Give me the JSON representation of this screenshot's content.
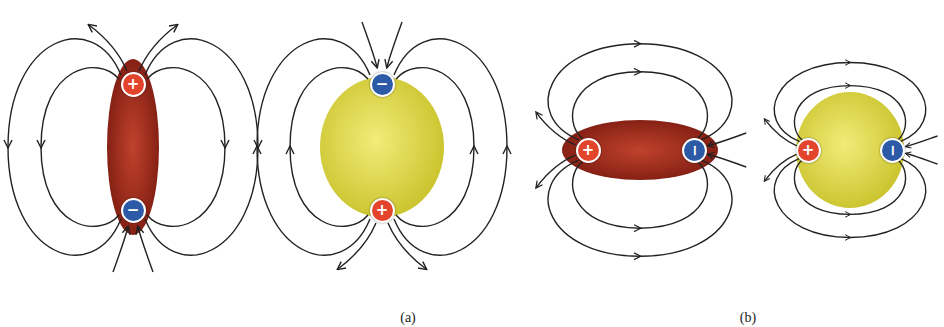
{
  "diagram": {
    "nodes": [
      {
        "text": [
          "+"
        ]
      },
      {
        "text": [
          "−"
        ]
      },
      {
        "text": [
          "−"
        ]
      },
      {
        "text": [
          "+"
        ]
      },
      {
        "text": [
          "+"
        ]
      },
      {
        "text": [
          "−"
        ]
      },
      {
        "text": [
          "+"
        ]
      },
      {
        "text": [
          "−"
        ]
      }
    ],
    "labels": [
      "(a)",
      "(b)"
    ]
  }
}
